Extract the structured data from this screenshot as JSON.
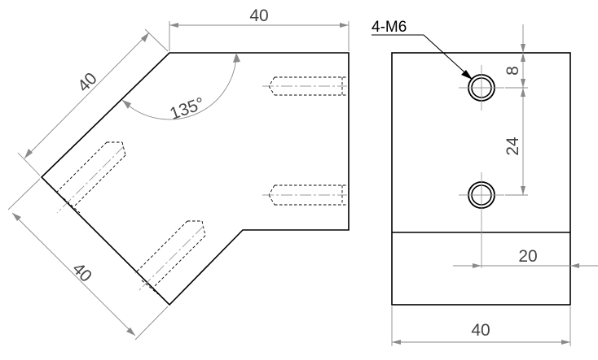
{
  "drawing": {
    "left_view": {
      "dim_top": "40",
      "dim_diagonal_upper": "40",
      "dim_diagonal_lower": "40",
      "angle": "135°"
    },
    "right_view": {
      "hole_callout": "4-M6",
      "dim_top_offset": "8",
      "dim_hole_spacing": "24",
      "dim_horizontal_offset": "20",
      "dim_width": "40"
    }
  }
}
